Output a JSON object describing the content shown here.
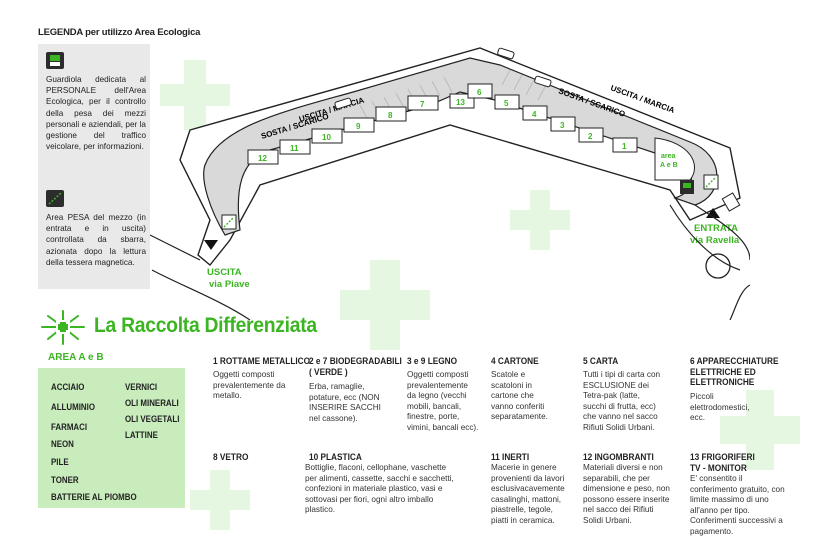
{
  "legend": {
    "title": "LEGENDA per utilizzo Area Ecologica",
    "guard_text": "Guardiola dedicata al PERSONALE dell'Area Ecologica, per il controllo della pesa dei mezzi personali e aziendali, per la gestione del traffico veicolare, per informazioni.",
    "scale_text": "Area PESA del mezzo (in entrata e in uscita) controllata da sbarra, azionata dopo la lettura della tessera magnetica.",
    "guard_icon": "guard-booth-icon",
    "scale_icon": "weighing-scale-icon"
  },
  "map": {
    "lane_upper_left": "USCITA / MARCIA",
    "lane_lower_left": "SOSTA / SCARICO",
    "lane_upper_right": "USCITA / MARCIA",
    "lane_lower_right": "SOSTA / SCARICO",
    "area_ab": "area\nA e B",
    "entrance": "ENTRATA\nvia Ravella",
    "exit": "USCITA\nvia Piave",
    "bays": [
      "12",
      "11",
      "10",
      "9",
      "8",
      "7",
      "13",
      "6",
      "5",
      "4",
      "3",
      "2",
      "1"
    ]
  },
  "raccolta": {
    "title": "La Raccolta Differenziata",
    "area_label": "AREA  A e B",
    "area_items_col1": [
      "ACCIAIO",
      "ALLUMINIO",
      "FARMACI",
      "NEON",
      "PILE",
      "TONER",
      "BATTERIE AL PIOMBO"
    ],
    "area_items_col2": [
      "VERNICI",
      "OLI MINERALI",
      "OLI VEGETALI",
      "LATTINE"
    ],
    "categories": [
      {
        "title": "1 ROTTAME METALLICO",
        "desc": "Oggetti composti prevalentemente da metallo."
      },
      {
        "title": "2 e 7 BIODEGRADABILI\n( VERDE )",
        "desc": "Erba, ramaglie, potature, ecc (NON INSERIRE SACCHI nel cassone)."
      },
      {
        "title": "3 e 9 LEGNO",
        "desc": "Oggetti composti prevalentemente da legno (vecchi mobili, bancali, finestre, porte, vimini, bancali ecc)."
      },
      {
        "title": "4 CARTONE",
        "desc": "Scatole e scatoloni in cartone che vanno conferiti separatamente."
      },
      {
        "title": "5 CARTA",
        "desc": "Tutti i tipi di carta con ESCLUSIONE dei Tetra-pak (latte, succhi di frutta, ecc) che vanno nel sacco Rifiuti Solidi Urbani."
      },
      {
        "title": "6 APPARECCHIATURE\nELETTRICHE ED\nELETTRONICHE",
        "desc": "Piccoli elettrodomestici, ecc."
      },
      {
        "title": "8 VETRO",
        "desc": ""
      },
      {
        "title": "10 PLASTICA",
        "desc": "Bottiglie, flaconi, cellophane, vaschette per alimenti, cassette, sacchi e sacchetti, confezioni in materiale plastico, vasi e sottovasi per fiori, ogni altro imballo plastico."
      },
      {
        "title": "11 INERTI",
        "desc": "Macerie in genere provenienti da lavori esclusivacavemente casalinghi, mattoni, piastrelle, tegole, piatti in ceramica."
      },
      {
        "title": "12 INGOMBRANTI",
        "desc": "Materiali diversi e non separabili, che per dimensione e peso, non possono essere inserite nel sacco dei Rifiuti Solidi Urbani."
      },
      {
        "title": "13 FRIGORIFERI\nTV - MONITOR",
        "desc": "E' consentito il conferimento gratuito, con limite massimo di uno all'anno per tipo. Conferimenti successivi a pagamento."
      }
    ]
  },
  "colors": {
    "green": "#3cb523",
    "light_green": "#c9ecbd",
    "grey_box": "#e9e9e9",
    "road": "#d9d9d9"
  }
}
